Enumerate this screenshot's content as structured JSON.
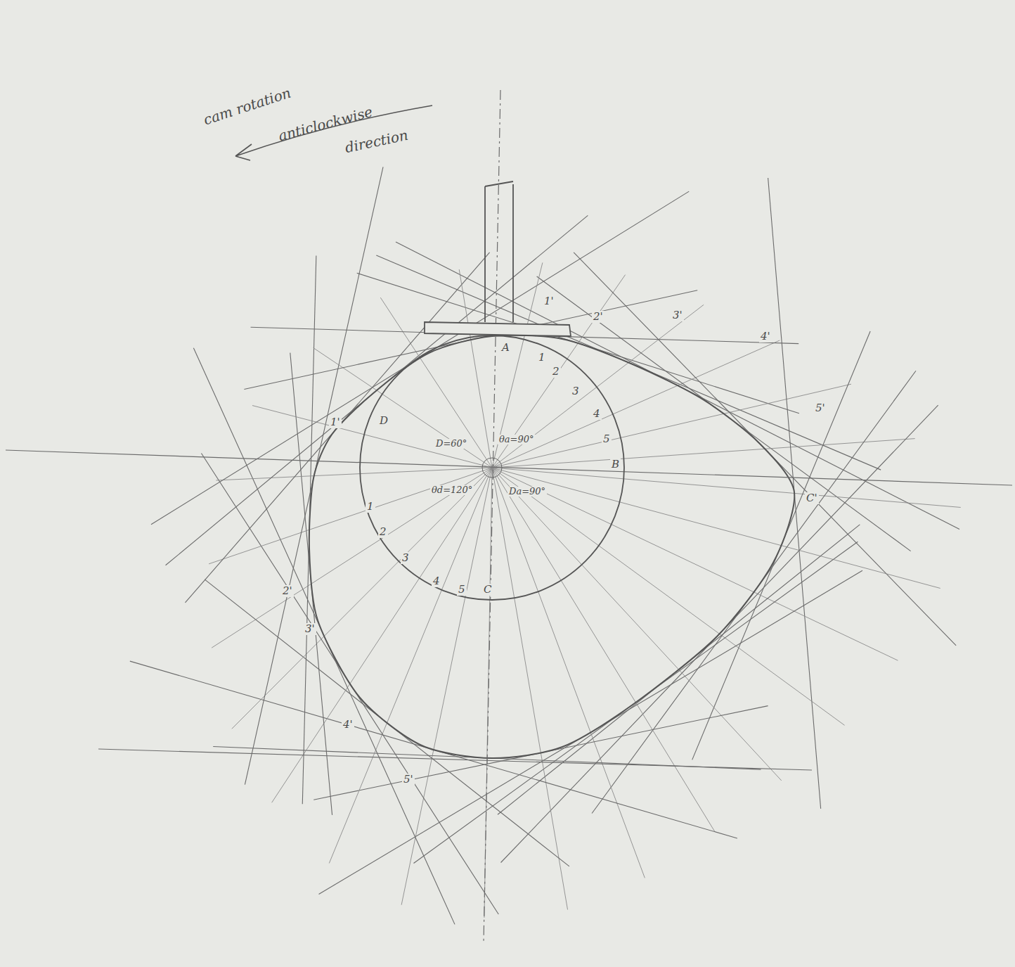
{
  "diagram": {
    "labels": [
      "cam rotation",
      "anticlockwise",
      "direction",
      "A",
      "1",
      "2",
      "3",
      "4",
      "5",
      "B",
      "1'",
      "2'",
      "3'",
      "4'",
      "5'",
      "C'",
      "D",
      "1",
      "2",
      "3",
      "4",
      "5",
      "C",
      "1'",
      "2'",
      "3'",
      "4'",
      "5'",
      "D=60°",
      "θa=90°",
      "θd=120°",
      "Da=90°"
    ]
  }
}
